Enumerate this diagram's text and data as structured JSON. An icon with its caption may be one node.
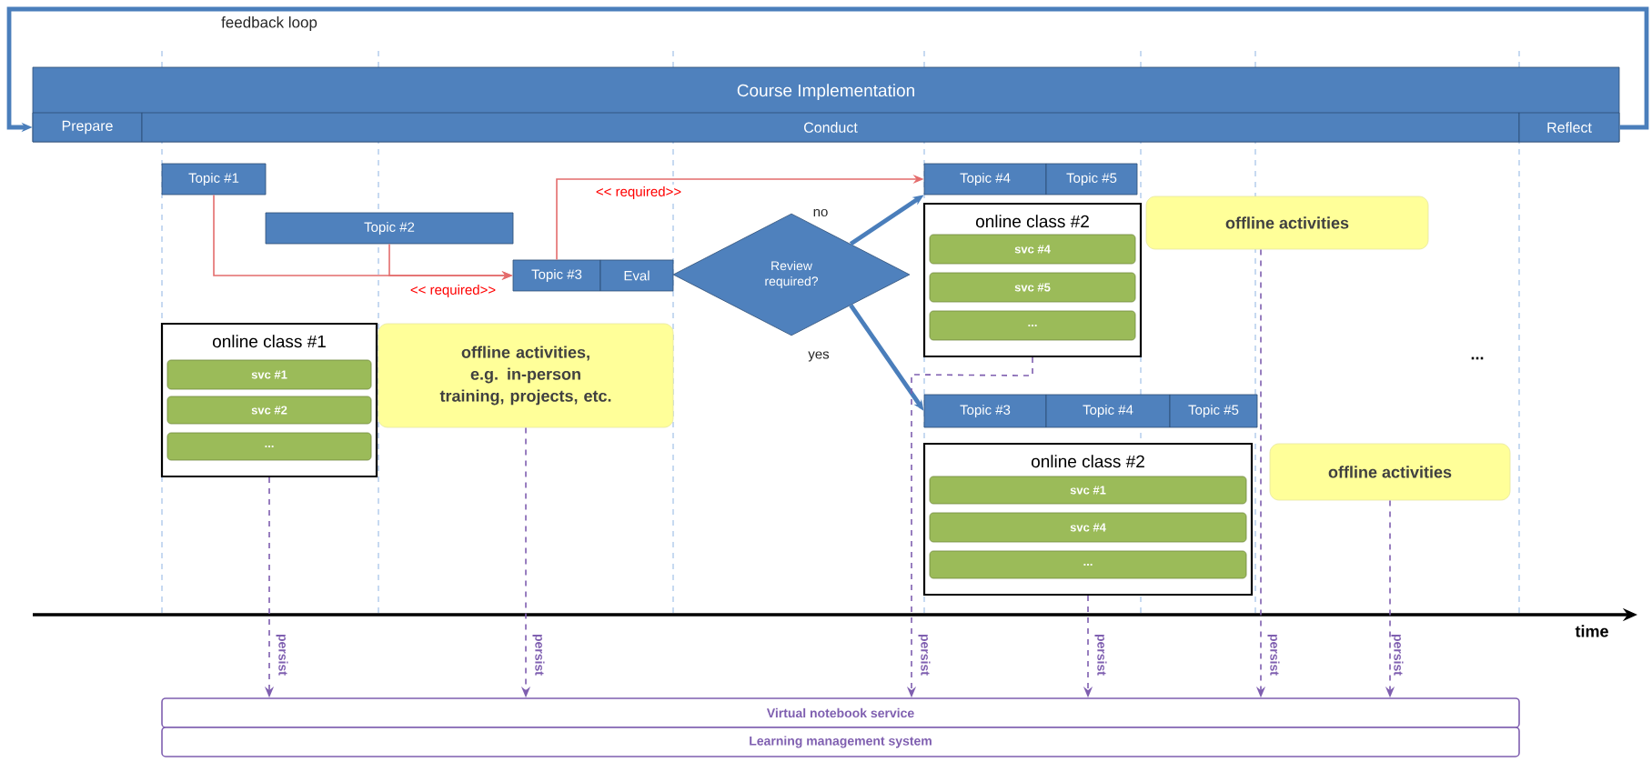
{
  "diagram": {
    "nodes": [
      {
        "text": [
          "Course Implementation"
        ]
      },
      {
        "text": [
          "Prepare"
        ],
        "in": 0
      },
      {
        "text": [
          "Conduct"
        ],
        "in": 0
      },
      {
        "text": [
          "Reflect"
        ],
        "in": 0
      },
      {
        "text": [
          "Topic #1"
        ]
      },
      {
        "text": [
          "Topic #2"
        ]
      },
      {
        "text": [
          "Topic #3"
        ]
      },
      {
        "text": [
          "Eval"
        ]
      },
      {
        "text": [
          "Review required?"
        ]
      },
      {
        "text": [
          "Topic #4"
        ]
      },
      {
        "text": [
          "Topic #5"
        ]
      },
      {
        "text": [
          "online class #2"
        ]
      },
      {
        "text": [
          "svc #4"
        ],
        "in": 11
      },
      {
        "text": [
          "svc #5"
        ],
        "in": 11
      },
      {
        "text": [
          "..."
        ],
        "in": 11
      },
      {
        "text": [
          "offline activities"
        ]
      },
      {
        "text": [
          "Topic #3"
        ]
      },
      {
        "text": [
          "Topic #4"
        ]
      },
      {
        "text": [
          "Topic #5"
        ]
      },
      {
        "text": [
          "online class #2"
        ]
      },
      {
        "text": [
          "svc #1"
        ],
        "in": 19
      },
      {
        "text": [
          "svc #4"
        ],
        "in": 19
      },
      {
        "text": [
          "..."
        ],
        "in": 19
      },
      {
        "text": [
          "offline activities"
        ]
      },
      {
        "text": [
          "online class #1"
        ]
      },
      {
        "text": [
          "svc #1"
        ],
        "in": 24
      },
      {
        "text": [
          "svc #2"
        ],
        "in": 24
      },
      {
        "text": [
          "..."
        ],
        "in": 24
      },
      {
        "text": [
          "offline activities, e.g. in-person training, projects, etc."
        ]
      },
      {
        "text": [
          "Virtual notebook service"
        ]
      },
      {
        "text": [
          "Learning management system"
        ]
      }
    ],
    "edges": [
      {
        "from": 3,
        "to": 1,
        "arrow": "to",
        "label": "feedback loop",
        "style": "thick",
        "color": "#4a7ebb"
      },
      {
        "from": 4,
        "to": 6,
        "arrow": "to",
        "color": "#e46c6c"
      },
      {
        "from": 5,
        "to": 6,
        "arrow": "to",
        "label": "<< required>>",
        "color": "#e46c6c"
      },
      {
        "from": 6,
        "to": 9,
        "arrow": "to",
        "label": "<< required>>",
        "color": "#e46c6c"
      },
      {
        "from": 8,
        "to": 9,
        "arrow": "to",
        "label": "no",
        "style": "thick",
        "color": "#4a7ebb"
      },
      {
        "from": 8,
        "to": 16,
        "arrow": "to",
        "label": "yes",
        "style": "thick",
        "color": "#4a7ebb"
      },
      {
        "from": 24,
        "to": 29,
        "arrow": "to",
        "label": "persist",
        "style": "dashed"
      },
      {
        "from": 28,
        "to": 29,
        "arrow": "to",
        "label": "persist",
        "style": "dashed"
      },
      {
        "from": 11,
        "to": 29,
        "arrow": "to",
        "label": "persist",
        "style": "dashed"
      },
      {
        "from": 19,
        "to": 29,
        "arrow": "to",
        "label": "persist",
        "style": "dashed"
      },
      {
        "from": 15,
        "to": 29,
        "arrow": "to",
        "label": "persist",
        "style": "dashed"
      },
      {
        "from": 23,
        "to": 29,
        "arrow": "to",
        "label": "persist",
        "style": "dashed"
      }
    ],
    "labels": [
      "...",
      "time"
    ]
  }
}
